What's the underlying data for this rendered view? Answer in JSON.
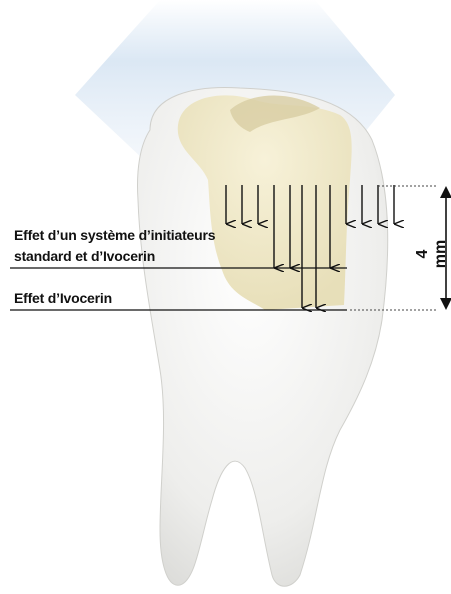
{
  "labels": {
    "standard_line1": "Effet d’un système d’initiateurs",
    "standard_line2": "standard et d’Ivocerin",
    "ivocerin": "Effet d’Ivocerin",
    "depth": "4 mm"
  },
  "colors": {
    "light_cone": "#c9dcef",
    "tooth": "#f4f4f2",
    "restoration": "#efe8c8",
    "arrows": "#111111"
  }
}
